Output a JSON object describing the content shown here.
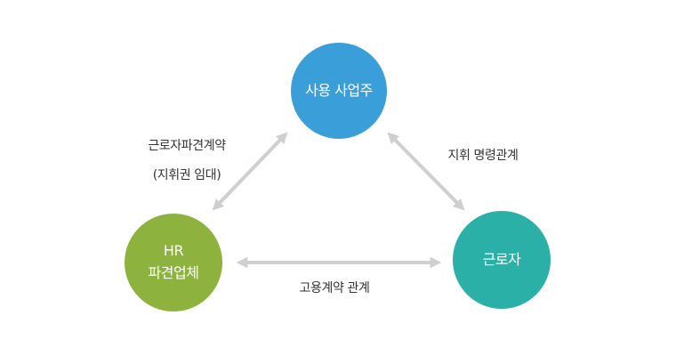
{
  "colors": {
    "top_node": "#3a9ed8",
    "left_node": "#8db23d",
    "right_node": "#2bb0a8",
    "arrow": "#cfcfcf",
    "text": "#333333"
  },
  "nodes": {
    "top": {
      "label": "사용 사업주"
    },
    "left": {
      "line1": "HR",
      "line2": "파견업체"
    },
    "right": {
      "label": "근로자"
    }
  },
  "relations": {
    "left": {
      "line1": "근로자파견계약",
      "line2": "(지휘권 임대)"
    },
    "right": {
      "label": "지휘 명령관계"
    },
    "bottom": {
      "label": "고용계약 관계"
    }
  }
}
